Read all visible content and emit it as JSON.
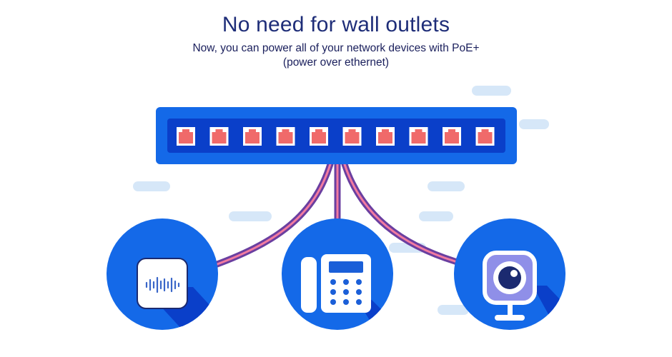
{
  "header": {
    "title": "No need for wall outlets",
    "subtitle": "Now, you can power all of your network devices with PoE+ (power over ethernet)"
  },
  "switch": {
    "port_count": 10
  },
  "devices": [
    {
      "name": "access-point",
      "icon": "wireless-access-point-icon"
    },
    {
      "name": "ip-phone",
      "icon": "desk-phone-icon"
    },
    {
      "name": "camera",
      "icon": "webcam-icon"
    }
  ],
  "colors": {
    "primary_blue": "#1469e8",
    "dark_blue": "#0a3fc9",
    "port_red": "#f06a6a",
    "cable_purple": "#6a3fa0",
    "cable_pink": "#f27aa0",
    "light_bar": "#d6e7f8"
  }
}
